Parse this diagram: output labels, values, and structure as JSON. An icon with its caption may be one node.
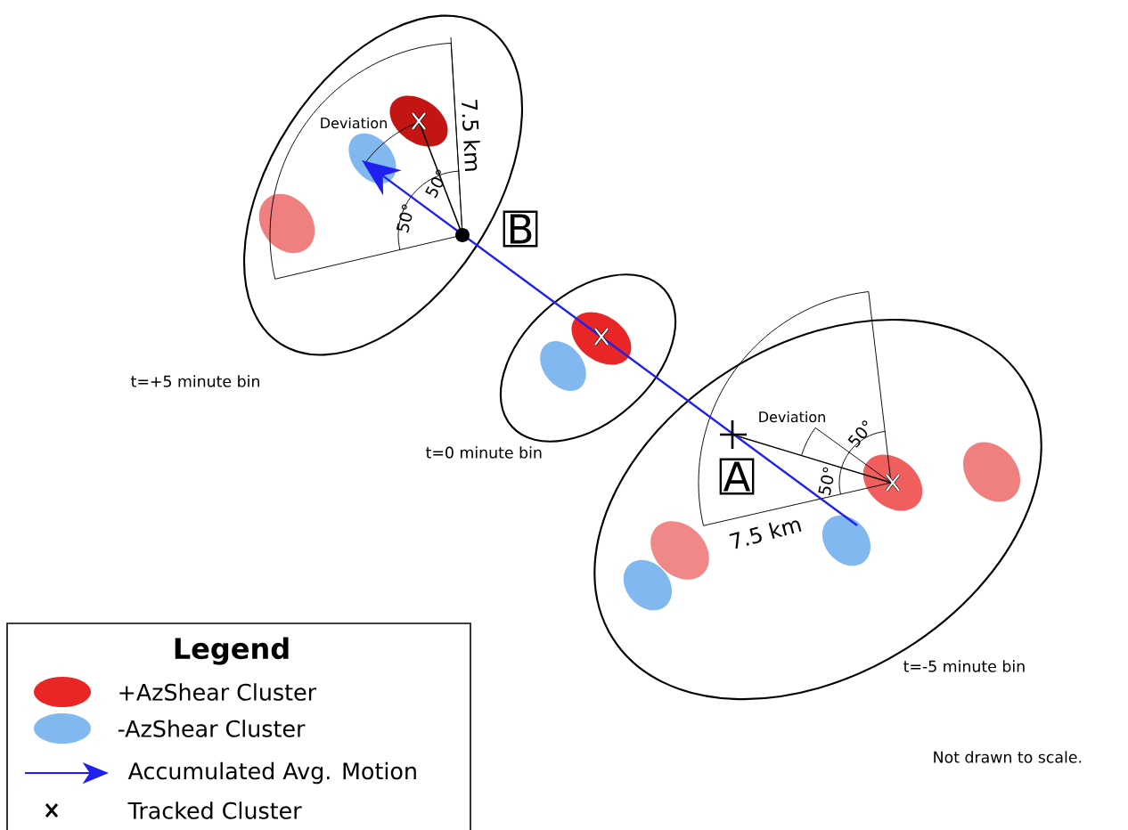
{
  "diagram": {
    "labels": [
      "Deviation",
      "7.5 km",
      "50°",
      "50°",
      "B",
      "t=+5 minute bin",
      "t=0 minute bin",
      "Deviation",
      "50°",
      "50°",
      "A",
      "7.5 km",
      "t=-5 minute bin",
      "Legend",
      "Not drawn to scale."
    ],
    "legend": [
      {
        "text": "+AzShear Cluster",
        "color": "#e82626"
      },
      {
        "text": "-AzShear Cluster",
        "color": "#82b8f0"
      },
      {
        "text": "Accumulated Avg. Motion"
      },
      {
        "text": "Tracked Cluster"
      }
    ]
  }
}
